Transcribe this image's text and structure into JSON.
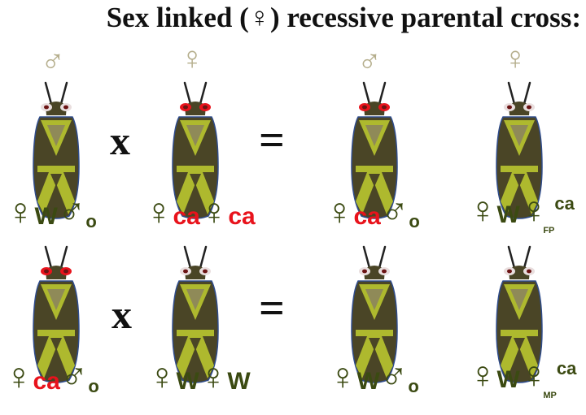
{
  "title": "Sex linked (♀) recessive parental cross:",
  "colors": {
    "symbol_header": "#b5ae8c",
    "body": "#4a4526",
    "body_outline": "#2f4c8c",
    "marking": "#aeb92e",
    "eye_red": "#e8131c",
    "eye_white": "#e9dede",
    "eye_pupil": "#6b1414",
    "genotype": "#3b4a12",
    "allele_red": "#e8131c"
  },
  "row1": {
    "headers": [
      "♂",
      "♀",
      "♂",
      "♀"
    ],
    "bugs": [
      {
        "eyes": "white"
      },
      {
        "eyes": "red"
      },
      {
        "eyes": "red"
      },
      {
        "eyes": "white"
      }
    ],
    "op_x": "x",
    "op_eq": "=",
    "genotypes": {
      "g1": {
        "s1": "♀",
        "a1": "W",
        "s2": "♂",
        "a2": "o"
      },
      "g2": {
        "s1": "♀",
        "a1": "ca",
        "s2": "♀",
        "a2": "ca"
      },
      "g3": {
        "s1": "♀",
        "a1": "ca",
        "s2": "♂",
        "a2": "o"
      },
      "g4": {
        "s1": "♀",
        "a1": "W",
        "s2": "♀",
        "sub": "FP",
        "sup": "ca"
      }
    }
  },
  "row2": {
    "bugs": [
      {
        "eyes": "red"
      },
      {
        "eyes": "white"
      },
      {
        "eyes": "white"
      },
      {
        "eyes": "white"
      }
    ],
    "op_x": "x",
    "op_eq": "=",
    "genotypes": {
      "g1": {
        "s1": "♀",
        "a1": "ca",
        "s2": "♂",
        "a2": "o"
      },
      "g2": {
        "s1": "♀",
        "a1": "W",
        "s2": "♀",
        "a2": "W"
      },
      "g3": {
        "s1": "♀",
        "a1": "W",
        "s2": "♂",
        "a2": "o"
      },
      "g4": {
        "s1": "♀",
        "a1": "W",
        "s2": "♀",
        "sub": "MP",
        "sup": "ca"
      }
    }
  }
}
